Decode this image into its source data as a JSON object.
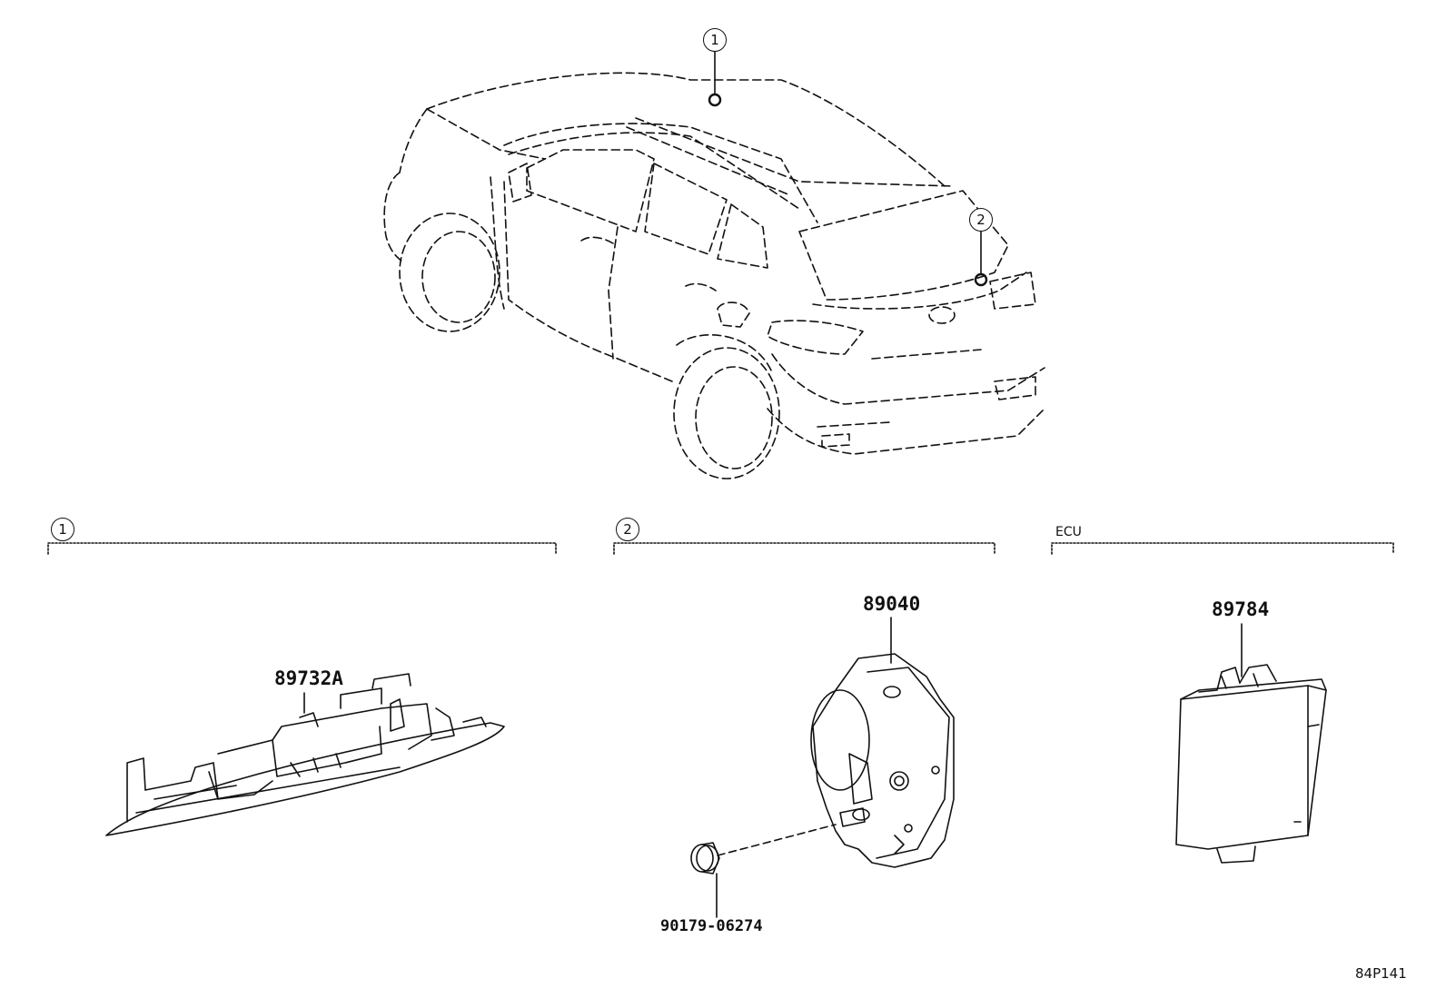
{
  "callouts": {
    "car_1": "1",
    "car_2": "2",
    "section_1": "1",
    "section_2": "2"
  },
  "sections": {
    "ecu_label": "ECU"
  },
  "parts": {
    "p89732A": "89732A",
    "p89040": "89040",
    "p90179": "90179-06274",
    "p89784": "89784"
  },
  "figure_code": "84P141"
}
